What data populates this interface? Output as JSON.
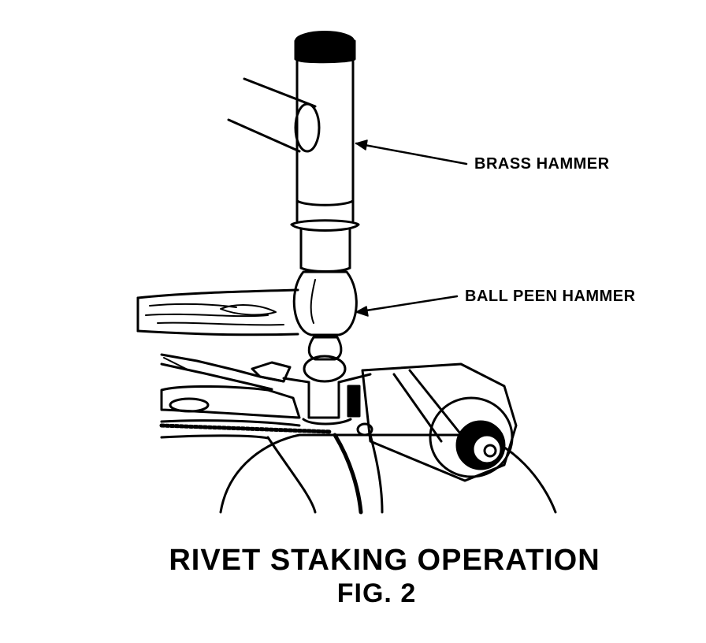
{
  "labels": {
    "brass_hammer": "BRASS HAMMER",
    "ball_peen_hammer": "BALL PEEN HAMMER"
  },
  "caption": {
    "title": "RIVET STAKING OPERATION",
    "figure": "FIG. 2"
  }
}
